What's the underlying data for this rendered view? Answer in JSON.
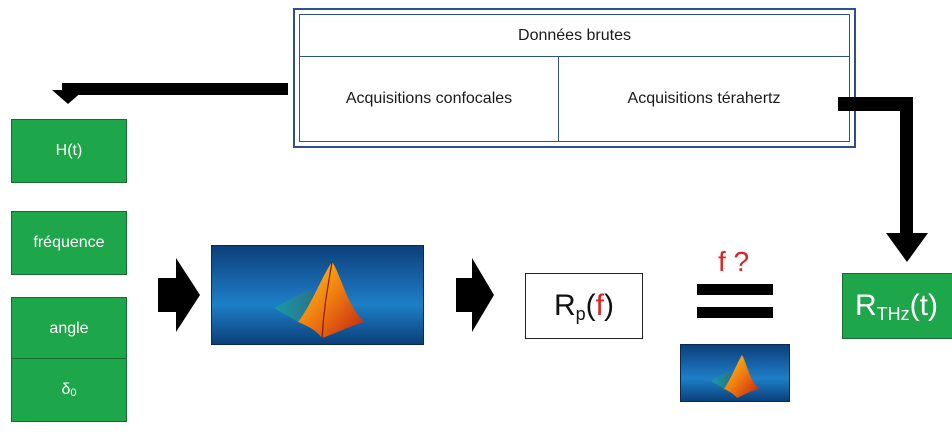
{
  "table": {
    "header": "Données brutes",
    "left_cell": "Acquisitions confocales",
    "right_cell": "Acquisitions térahertz"
  },
  "params": [
    {
      "label": "H(t)"
    },
    {
      "label": "fréquence"
    },
    {
      "label": "angle"
    },
    {
      "base": "δ",
      "sub": "0"
    }
  ],
  "result": {
    "rp_base": "R",
    "rp_sub": "p",
    "rp_open": "(",
    "rp_var": "f",
    "rp_close": ")",
    "question": "f ?",
    "rthz_base": "R",
    "rthz_sub": "THz",
    "rthz_arg": "(t)"
  },
  "colors": {
    "green": "#1ea64a",
    "table_border": "#2f4f8f",
    "red": "#e02020",
    "arrow": "#000000"
  },
  "icons": [
    "matlab-logo-icon",
    "arrow-icon",
    "equals-icon"
  ]
}
